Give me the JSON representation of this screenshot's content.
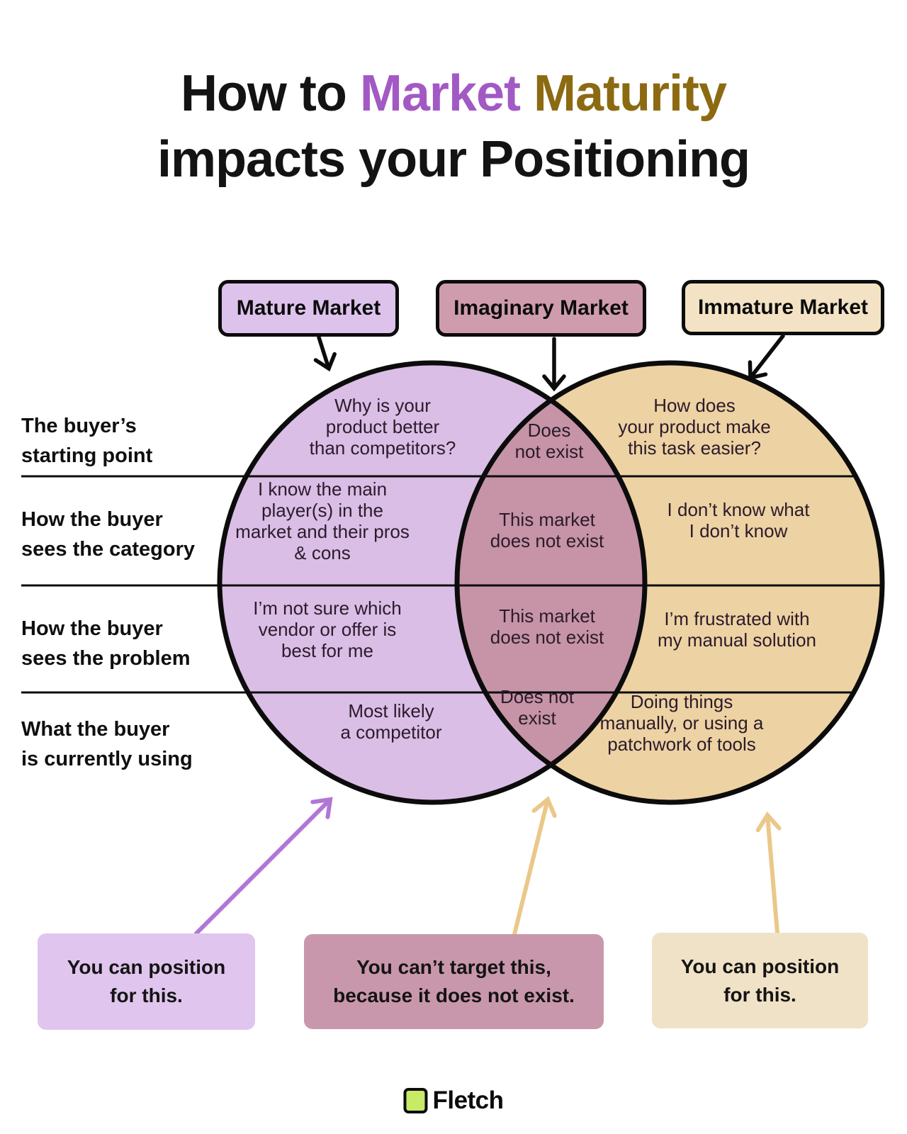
{
  "title": {
    "part1": "How to",
    "part2": "Market",
    "part3": "Maturity",
    "line2": "impacts your Positioning"
  },
  "top_labels": [
    {
      "label": "Mature Market"
    },
    {
      "label": "Imaginary Market"
    },
    {
      "label": "Immature Market"
    }
  ],
  "rows": [
    {
      "label": "The buyer’s\nstarting point"
    },
    {
      "label": "How the buyer\nsees the category"
    },
    {
      "label": "How the buyer\nsees the problem"
    },
    {
      "label": "What the buyer\nis currently using"
    }
  ],
  "venn": {
    "left": [
      "Why is your\nproduct better\nthan competitors?",
      "I know the main\nplayer(s) in the\nmarket and their pros\n& cons",
      "I’m not sure which\nvendor or offer is\nbest for me",
      "Most likely\na competitor"
    ],
    "middle": [
      "Does\nnot exist",
      "This market\ndoes not exist",
      "This market\ndoes not exist",
      "Does not\nexist"
    ],
    "right": [
      "How does\nyour product make\nthis task easier?",
      "I don’t know what\nI don’t know",
      "I’m frustrated with\nmy manual solution",
      "Doing things\nmanually, or using a\npatchwork of tools"
    ]
  },
  "bottom_boxes": [
    {
      "text": "You can position\nfor this."
    },
    {
      "text": "You can’t target this,\nbecause it does not exist."
    },
    {
      "text": "You can position\nfor this."
    }
  ],
  "footer": {
    "brand": "Fletch"
  },
  "colors": {
    "title_purple": "#a259c4",
    "title_gold": "#8c6a12",
    "circle_left": "#dabee6",
    "circle_right": "#edd2a3",
    "circle_overlap": "#c694a6",
    "top_box_mature": "#ddc3ec",
    "top_box_imaginary": "#cf9cae",
    "top_box_immature": "#f3e3c4",
    "bottom_box_purple": "#e0c5ee",
    "bottom_box_mauve": "#c997ab",
    "bottom_box_cream": "#f0e2c6",
    "arrow_black": "#0c0c0c",
    "arrow_purple": "#b077d6",
    "arrow_tan": "#eac889",
    "logo_lime": "#c7ea67"
  }
}
